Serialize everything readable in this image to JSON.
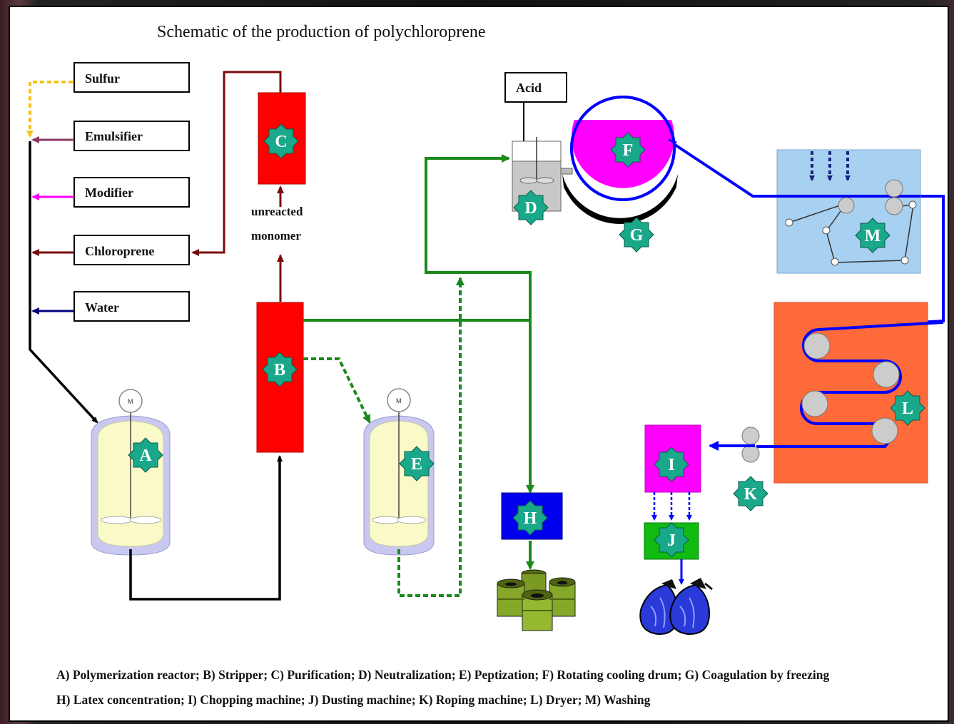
{
  "title": "Schematic of the production of polychloroprene",
  "inputs": {
    "sulfur": "Sulfur",
    "emulsifier": "Emulsifier",
    "modifier": "Modifier",
    "chloroprene": "Chloroprene",
    "water": "Water",
    "acid": "Acid"
  },
  "stream_labels": {
    "unreacted_line1": "unreacted",
    "unreacted_line2": "monomer"
  },
  "units": {
    "A": "A",
    "B": "B",
    "C": "C",
    "D": "D",
    "E": "E",
    "F": "F",
    "G": "G",
    "H": "H",
    "I": "I",
    "J": "J",
    "K": "K",
    "L": "L",
    "M": "M"
  },
  "motor_label": "M",
  "legend": {
    "line1": "A) Polymerization reactor; B) Stripper; C) Purification; D) Neutralization; E) Peptization; F) Rotating cooling drum; G) Coagulation by freezing",
    "line2": "H) Latex concentration; I) Chopping machine; J) Dusting machine; K) Roping machine; L) Dryer; M) Washing"
  },
  "colors": {
    "sulfur_line": "#f7c21a",
    "emulsifier_line": "#8b3a62",
    "modifier_line": "#ff00ff",
    "chloroprene_line": "#7a0a0a",
    "water_line": "#000080",
    "process_green": "#1a8a1a",
    "product_blue": "#0000ff",
    "column_red": "#ff0000",
    "star_fill": "#1aa88a",
    "drum_magenta": "#ff00ff",
    "washing_blue": "#a8d0f0",
    "dryer_orange": "#ff6a3a",
    "dusting_green": "#11bb11",
    "concentration_blue": "#0000ee"
  }
}
